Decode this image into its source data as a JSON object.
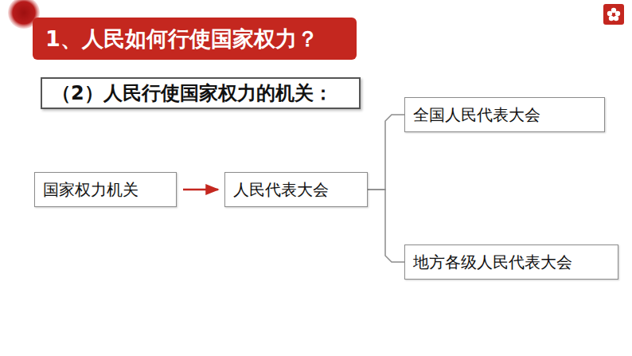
{
  "diagram": {
    "title": "1、人民如何行使国家权力？",
    "nodes": [
      {
        "text": [
          "（2）人民行使国家权力的机关："
        ]
      },
      {
        "text": [
          "全国人民代表大会"
        ]
      },
      {
        "text": [
          "国家权力机关"
        ]
      },
      {
        "text": [
          "人民代表大会"
        ]
      },
      {
        "text": [
          "地方各级人民代表大会"
        ]
      }
    ],
    "edges": [
      {
        "from": 2,
        "to": 3,
        "arrow": "to"
      },
      {
        "from": 3,
        "to": 1,
        "arrow": "none"
      },
      {
        "from": 3,
        "to": 4,
        "arrow": "none"
      }
    ]
  }
}
